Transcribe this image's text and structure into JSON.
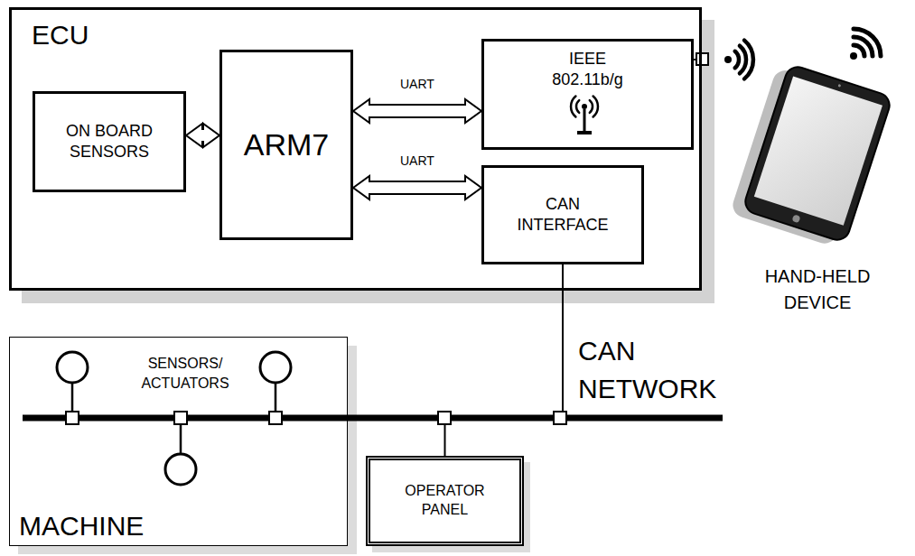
{
  "diagram": {
    "nodes": [
      {
        "text": [
          "ECU"
        ]
      },
      {
        "text": [
          "ON BOARD SENSORS"
        ],
        "in": 0
      },
      {
        "text": [
          "ARM7"
        ],
        "in": 0
      },
      {
        "text": [
          "IEEE 802.11b/g"
        ],
        "in": 0
      },
      {
        "text": [
          "CAN INTERFACE"
        ],
        "in": 0
      },
      {
        "text": [
          "MACHINE"
        ]
      },
      {
        "text": [
          "OPERATOR PANEL"
        ]
      }
    ],
    "edges": [
      {
        "from": 1,
        "to": 2,
        "arrow": "both"
      },
      {
        "from": 2,
        "to": 3,
        "label": "UART",
        "arrow": "both"
      },
      {
        "from": 2,
        "to": 4,
        "label": "UART",
        "arrow": "both"
      },
      {
        "from": 4,
        "to": 6,
        "arrow": "none"
      },
      {
        "from": 4,
        "to": 5,
        "arrow": "none"
      }
    ],
    "labels": [
      "SENSORS/ ACTUATORS",
      "CAN NETWORK",
      "HAND-HELD DEVICE"
    ]
  }
}
